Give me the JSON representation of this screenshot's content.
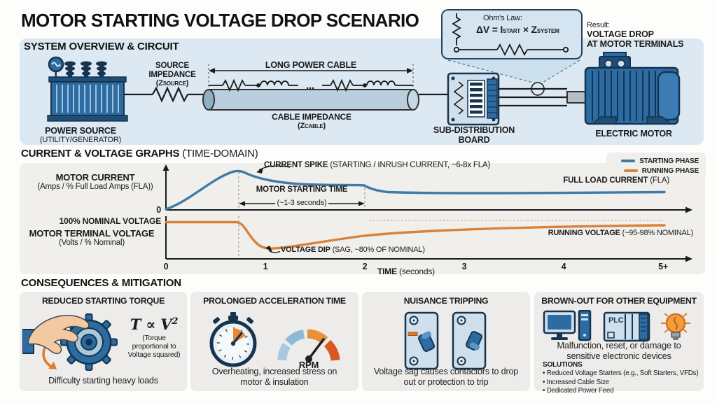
{
  "title": "MOTOR STARTING VOLTAGE DROP SCENARIO",
  "system": {
    "header": "SYSTEM OVERVIEW & CIRCUIT",
    "power_source_1": "POWER SOURCE",
    "power_source_2": "(UTILITY/GENERATOR)",
    "source_impedance": "SOURCE IMPEDANCE",
    "z_source_pre": "(Z",
    "z_source_sub": "SOURCE",
    "z_source_post": ")",
    "long_power_cable": "LONG POWER CABLE",
    "cable_impedance": "CABLE IMPEDANCE",
    "z_cable_pre": "(Z",
    "z_cable_sub": "CABLE",
    "z_cable_post": ")",
    "ellipsis": "...",
    "board_label": "SUB-DISTRIBUTION BOARD",
    "motor_label": "ELECTRIC MOTOR"
  },
  "callout": {
    "ohms_law": "Ohm's Law:",
    "f1": "ΔV = I",
    "f1sub": "START",
    "f2": " × Z",
    "f2sub": "SYSTEM",
    "result_label": "Result:",
    "result_1": "VOLTAGE DROP",
    "result_2": "AT MOTOR TERMINALS"
  },
  "graphs": {
    "header_b": "CURRENT & VOLTAGE GRAPHS",
    "header_r": " (TIME-DOMAIN)",
    "legend_1": "STARTING PHASE",
    "legend_2": "RUNNING PHASE",
    "motor_current_b": "MOTOR CURRENT",
    "motor_current_r": "(Amps / % Full Load Amps (FLA))",
    "zero": "0",
    "nominal_100": "100% NOMINAL VOLTAGE",
    "terminal_voltage_b": "MOTOR TERMINAL VOLTAGE",
    "terminal_voltage_r": "(Volts / % Nominal)",
    "current_spike_b": "CURRENT SPIKE",
    "current_spike_r": " (STARTING / INRUSH CURRENT, ~6-8x FLA)",
    "starting_time_b": "MOTOR STARTING TIME",
    "starting_time_r": "(~1-3 seconds)",
    "full_load_b": "FULL LOAD CURRENT",
    "full_load_r": " (FLA)",
    "running_voltage_b": "RUNNING VOLTAGE",
    "running_voltage_r": " (~95-98% NOMINAL)",
    "voltage_dip_b": "VOLTAGE DIP",
    "voltage_dip_r": " (SAG, ~80% OF NOMINAL)",
    "time_b": "TIME",
    "time_r": " (seconds)"
  },
  "chart_data": [
    {
      "type": "line",
      "title": "Motor Current",
      "ylabel": "Amps / % Full Load Amps (FLA)",
      "xlabel": "TIME (seconds)",
      "x_range": [
        0,
        5
      ],
      "series": [
        {
          "name": "STARTING PHASE",
          "color": "#3e7ba6",
          "x": [
            0,
            0.25,
            0.5,
            0.73,
            1.0,
            1.5,
            2.0,
            2.1,
            3.0,
            4.0,
            5.0
          ],
          "y_pct_fla": [
            0,
            120,
            380,
            680,
            480,
            350,
            300,
            130,
            105,
            100,
            100
          ]
        }
      ],
      "annotations": [
        "CURRENT SPIKE (STARTING / INRUSH CURRENT, ~6-8x FLA) at t≈0.73s",
        "MOTOR STARTING TIME (~1-3 seconds) spans t≈0.73s to t≈2s",
        "FULL LOAD CURRENT (FLA) steady-state level"
      ],
      "legend_position": "top-right",
      "grid": false
    },
    {
      "type": "line",
      "title": "Motor Terminal Voltage",
      "ylabel": "Volts / % Nominal",
      "xlabel": "TIME (seconds)",
      "x_ticks": [
        "0",
        "1",
        "2",
        "3",
        "4",
        "5+"
      ],
      "x_range": [
        0,
        5
      ],
      "series": [
        {
          "name": "RUNNING PHASE",
          "color": "#d8823c",
          "x": [
            0,
            0.7,
            0.85,
            1.0,
            1.3,
            2.0,
            3.0,
            4.0,
            5.0
          ],
          "y_pct_nominal": [
            100,
            100,
            90,
            80,
            82,
            88,
            94,
            96,
            97
          ]
        }
      ],
      "annotations": [
        "100% NOMINAL VOLTAGE reference level",
        "VOLTAGE DIP (SAG, ~80% OF NOMINAL) at t≈1s",
        "RUNNING VOLTAGE (~95-98% NOMINAL) steady state"
      ],
      "grid": false
    }
  ],
  "consequences": {
    "header": "CONSEQUENCES & MITIGATION",
    "cards": [
      {
        "title": "REDUCED STARTING TORQUE",
        "formula": "T ∝ V",
        "formula_sup": "2",
        "formula_note": "(Torque proportional to Voltage squared)",
        "caption": "Difficulty starting heavy loads"
      },
      {
        "title": "PROLONGED ACCELERATION TIME",
        "gauge_label": "RPM",
        "caption": "Overheating, increased stress on motor & insulation"
      },
      {
        "title": "NUISANCE TRIPPING",
        "caption": "Voltage sag causes contactors to drop out or protection to trip"
      },
      {
        "title": "BROWN-OUT FOR OTHER EQUIPMENT",
        "plc_label": "PLC",
        "caption": "Malfunction, reset, or damage to sensitive electronic devices",
        "solutions_header": "SOLUTIONS",
        "solutions": [
          "Reduced Voltage Starters (e.g., Soft Starters, VFDs)",
          "Increased Cable Size",
          "Dedicated Power Feed"
        ]
      }
    ]
  },
  "colors": {
    "starting_phase_blue": "#3e7ba6",
    "running_phase_orange": "#d8823c",
    "panel_blue": "#dce8f2",
    "panel_gray": "#f0efec",
    "card_gray": "#edecea",
    "icon_dark_navy": "#16344f",
    "icon_mid_blue": "#2d6ba3",
    "icon_light_blue": "#cfe0ec",
    "accent_orange": "#e07b2a"
  }
}
